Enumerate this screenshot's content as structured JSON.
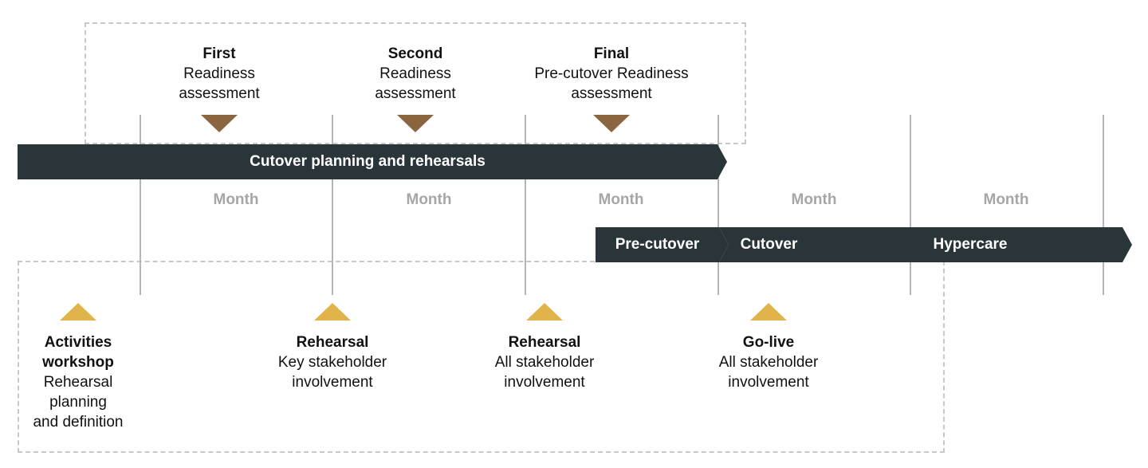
{
  "colors": {
    "bar": "#2a353a",
    "assessment_marker": "#8b6440",
    "rehearsal_marker": "#e0b44a",
    "month_text": "#a6a6a6",
    "grid_line": "#b5b5b5",
    "dashed_border": "#c8c8c8"
  },
  "planning_bar": {
    "label": "Cutover planning and rehearsals"
  },
  "months": [
    "Month",
    "Month",
    "Month",
    "Month",
    "Month"
  ],
  "phases": [
    {
      "label": "Pre-cutover"
    },
    {
      "label": "Cutover"
    },
    {
      "label": "Hypercare"
    }
  ],
  "assessments": [
    {
      "title": "First",
      "subtitle": "Readiness\nassessment"
    },
    {
      "title": "Second",
      "subtitle": "Readiness\nassessment"
    },
    {
      "title": "Final",
      "subtitle": "Pre-cutover Readiness\nassessment"
    }
  ],
  "milestones": [
    {
      "title": "Activities\nworkshop",
      "subtitle": "Rehearsal\nplanning\nand definition"
    },
    {
      "title": "Rehearsal",
      "subtitle": "Key stakeholder\ninvolvement"
    },
    {
      "title": "Rehearsal",
      "subtitle": "All stakeholder\ninvolvement"
    },
    {
      "title": "Go-live",
      "subtitle": "All stakeholder\ninvolvement"
    }
  ]
}
